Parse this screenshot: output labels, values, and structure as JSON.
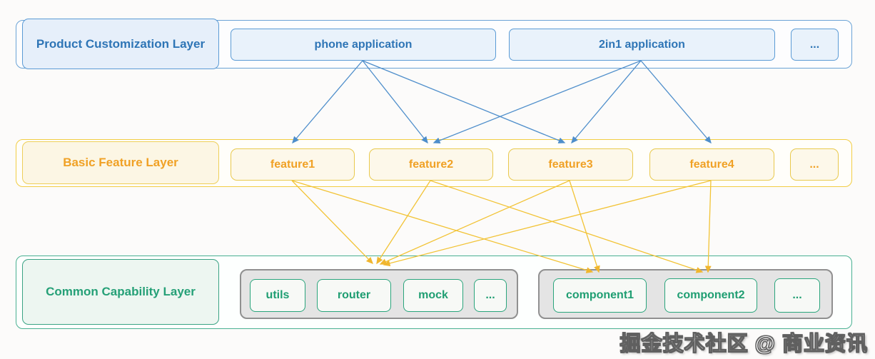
{
  "layers": {
    "product": {
      "label": "Product Customization Layer",
      "items": {
        "phone": "phone application",
        "twoin1": "2in1 application",
        "more": "..."
      }
    },
    "feature": {
      "label": "Basic Feature Layer",
      "items": {
        "f1": "feature1",
        "f2": "feature2",
        "f3": "feature3",
        "f4": "feature4",
        "more": "..."
      }
    },
    "capability": {
      "label": "Common Capability Layer",
      "groups": {
        "base": {
          "items": {
            "utils": "utils",
            "router": "router",
            "mock": "mock",
            "more": "..."
          }
        },
        "components": {
          "items": {
            "c1": "component1",
            "c2": "component2",
            "more": "..."
          }
        }
      }
    }
  },
  "edges": {
    "blue": [
      {
        "from": "phone application",
        "to": "feature1"
      },
      {
        "from": "phone application",
        "to": "feature2"
      },
      {
        "from": "phone application",
        "to": "feature3"
      },
      {
        "from": "2in1 application",
        "to": "feature2"
      },
      {
        "from": "2in1 application",
        "to": "feature3"
      },
      {
        "from": "2in1 application",
        "to": "feature4"
      }
    ],
    "yellow": [
      {
        "from": "feature1",
        "to": "base-group"
      },
      {
        "from": "feature2",
        "to": "base-group"
      },
      {
        "from": "feature3",
        "to": "base-group"
      },
      {
        "from": "feature4",
        "to": "base-group"
      },
      {
        "from": "feature1",
        "to": "component1"
      },
      {
        "from": "feature3",
        "to": "component1"
      },
      {
        "from": "feature2",
        "to": "component2"
      },
      {
        "from": "feature4",
        "to": "component2"
      }
    ]
  },
  "colors": {
    "blue_border": "#5b9bd5",
    "blue_text": "#2e75b6",
    "blue_arrow": "#4e8ecb",
    "gold_border": "#e9c94d",
    "gold_container": "#f2cd44",
    "orange_text": "#f0a125",
    "yellow_arrow": "#f2c335",
    "green_border": "#2aa57c",
    "green_text": "#1f9e72",
    "green_container": "#49b091",
    "gray_group_bg": "#e4e4e4",
    "gray_group_border": "#909090"
  },
  "watermark": "掘金技术社区 @ 商业资讯"
}
